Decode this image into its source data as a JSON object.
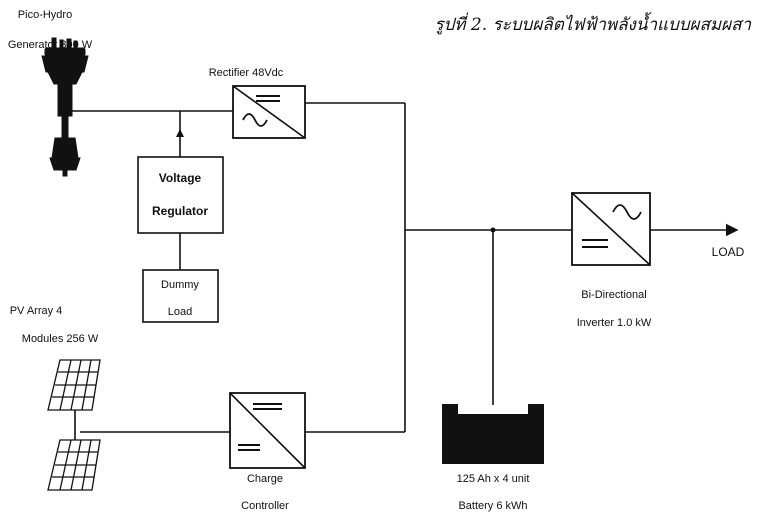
{
  "caption": "รูปที่ 2. ระบบผลิตไฟฟ้าพลังน้ำแบบผสมผสา",
  "hydro": {
    "line1": "Pico-Hydro",
    "line2": "Generator 300 W"
  },
  "rectifier": {
    "label": "Rectifier 48Vdc"
  },
  "regulator": {
    "line1": "Voltage",
    "line2": "Regulator"
  },
  "dummy": {
    "line1": "Dummy",
    "line2": "Load"
  },
  "pv": {
    "line1": "PV Array 4",
    "line2": "Modules 256 W"
  },
  "charge": {
    "line1": "Charge",
    "line2": "Controller"
  },
  "battery": {
    "line1": "125 Ah x 4 unit",
    "line2": "Battery 6 kWh"
  },
  "inverter": {
    "line1": "Bi-Directional",
    "line2": "Inverter 1.0 kW"
  },
  "load": {
    "label": "LOAD"
  }
}
